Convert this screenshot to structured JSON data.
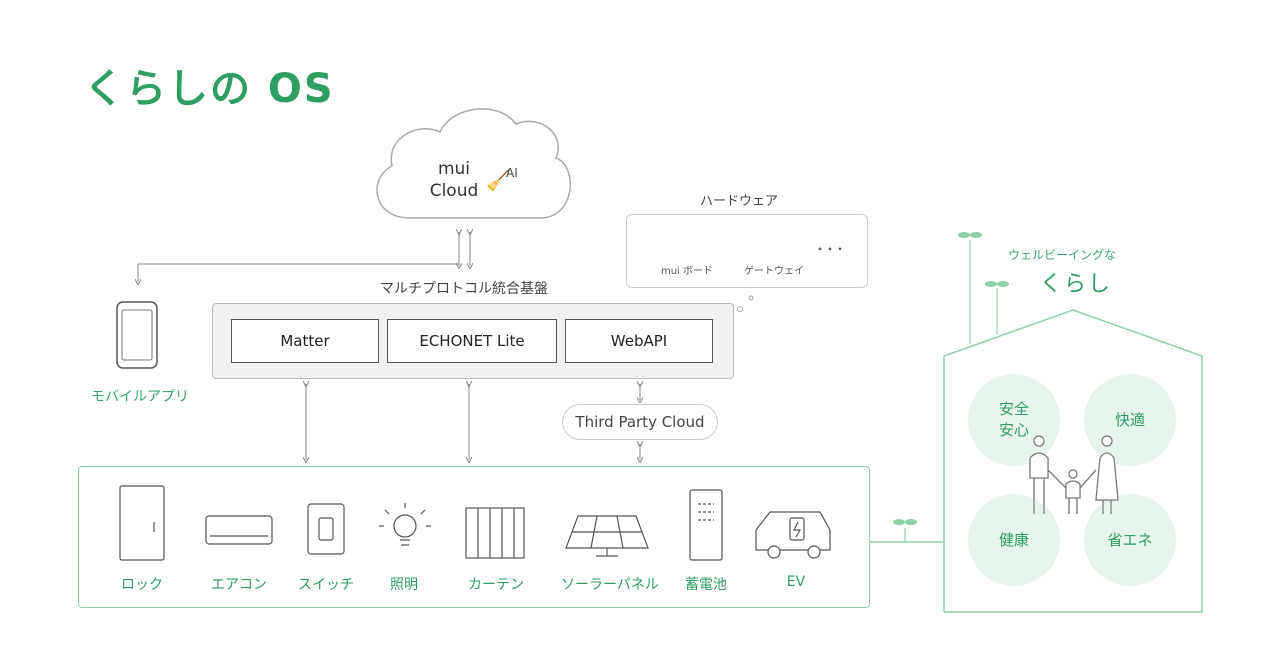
{
  "title": "くらしの OS",
  "cloud": {
    "line1": "mui",
    "line2": "Cloud",
    "ai": "AI"
  },
  "hardware": {
    "heading": "ハードウェア",
    "board": "mui ボード",
    "gateway": "ゲートウェイ",
    "more": "･･･"
  },
  "platform": {
    "heading": "マルチプロトコル統合基盤",
    "protocols": [
      "Matter",
      "ECHONET Lite",
      "WebAPI"
    ]
  },
  "mobile_app": "モバイルアプリ",
  "third_party": "Third Party Cloud",
  "devices": [
    "ロック",
    "エアコン",
    "スイッチ",
    "照明",
    "カーテン",
    "ソーラーパネル",
    "蓄電池",
    "EV"
  ],
  "wellbeing": {
    "subtitle": "ウェルビーイングな",
    "title": "くらし"
  },
  "circles": [
    {
      "line1": "安全",
      "line2": "安心"
    },
    {
      "line1": "快適",
      "line2": ""
    },
    {
      "line1": "健康",
      "line2": ""
    },
    {
      "line1": "省エネ",
      "line2": ""
    }
  ],
  "colors": {
    "accent": "#2e9e63",
    "accent_light": "#8fd0a8",
    "circle_fill": "#e8f5ec",
    "line": "#888888"
  }
}
